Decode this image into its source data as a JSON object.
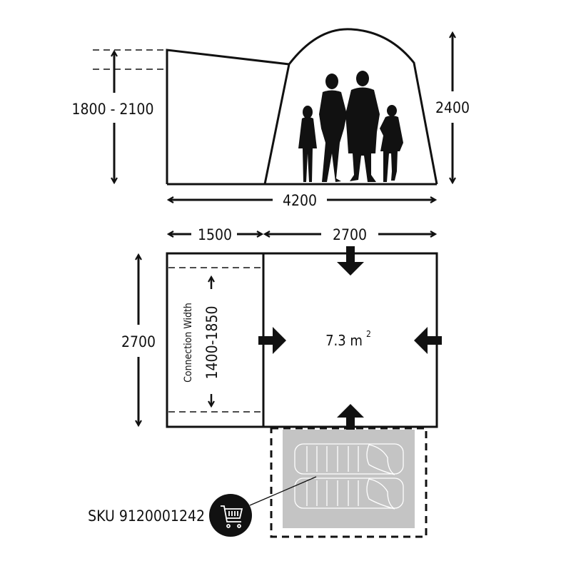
{
  "side_view": {
    "height_range_label": "1800 - 2100",
    "height_label": "2400",
    "width_label": "4200",
    "figures": [
      "girl",
      "woman",
      "man",
      "boy"
    ]
  },
  "floor_plan": {
    "annex_width_label": "1500",
    "main_width_label": "2700",
    "depth_label": "2700",
    "connection_width_title": "Connection Width",
    "connection_width_value": "1400-1850",
    "area_label": "7.3 m",
    "area_unit_sup": "2"
  },
  "product": {
    "sku_label": "SKU 9120001242",
    "icon": "shopping-cart-icon"
  },
  "colors": {
    "line": "#111111",
    "inner_tent_fill": "#c4c4c4"
  }
}
